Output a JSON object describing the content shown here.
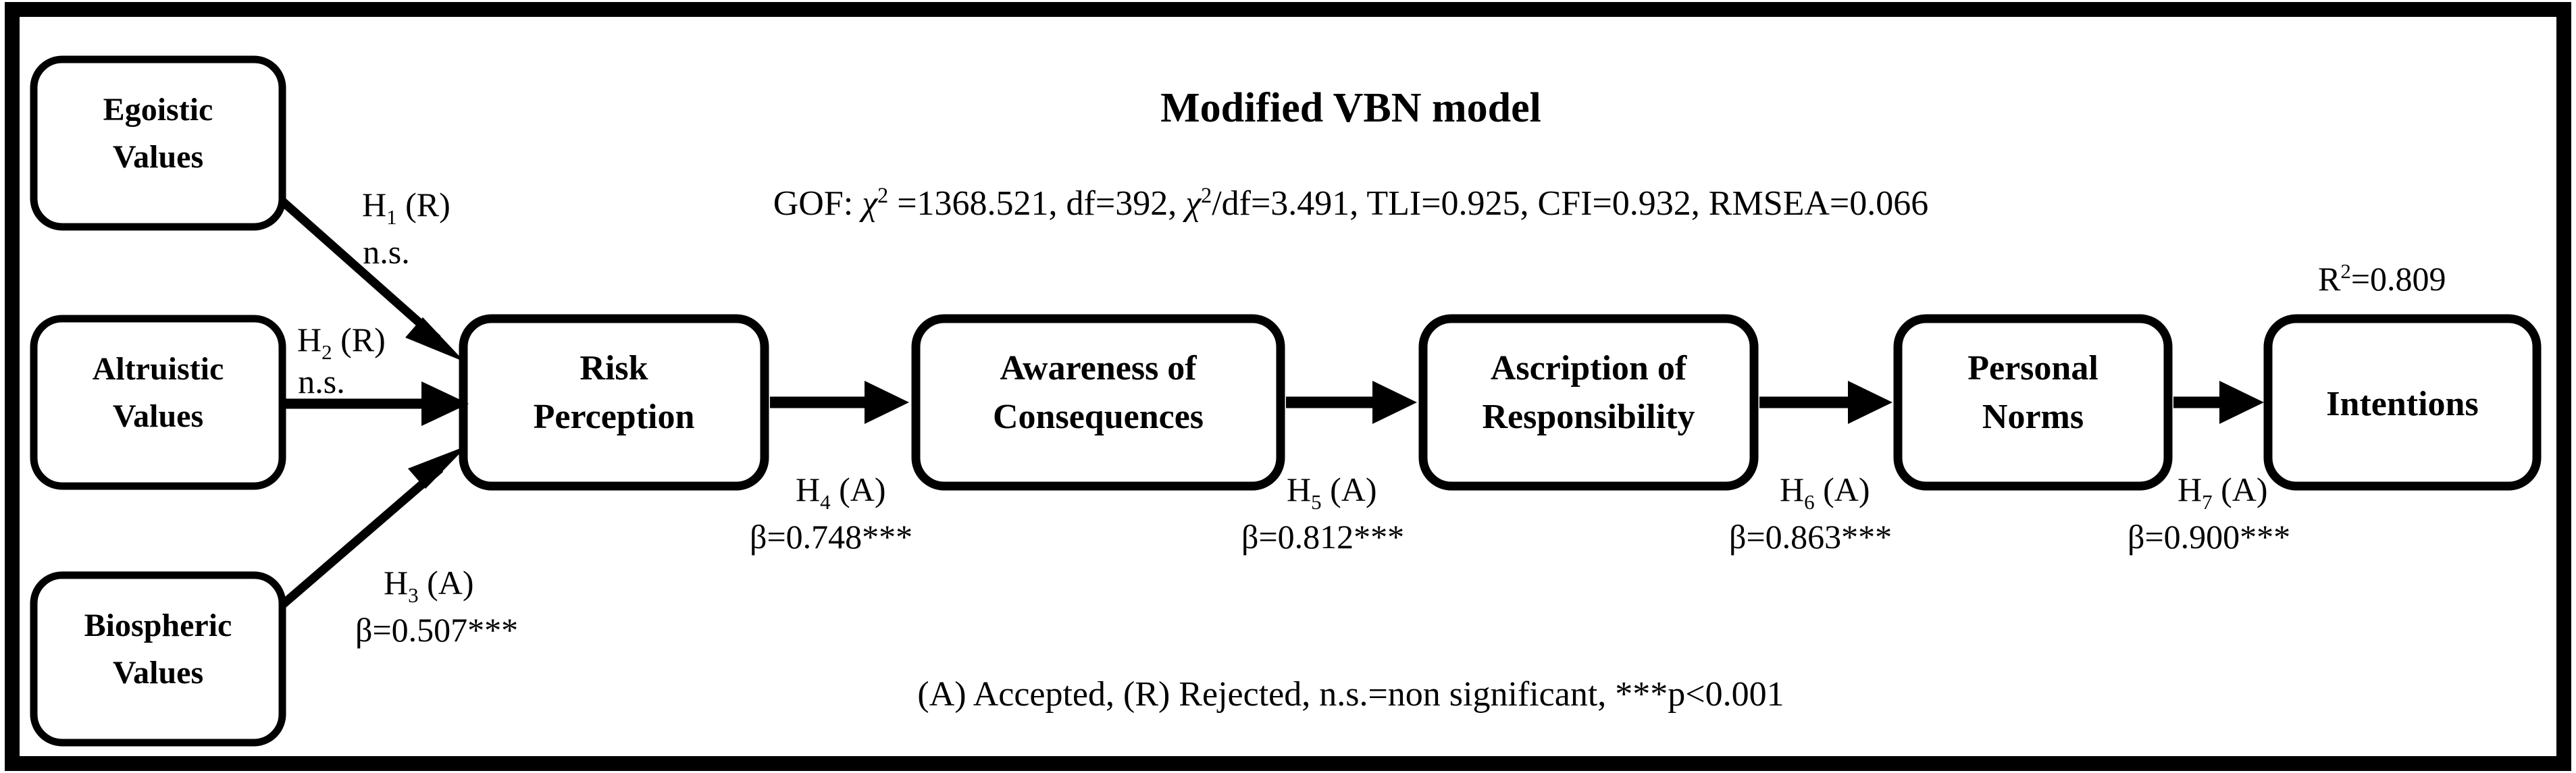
{
  "figure": {
    "title": "Modified VBN model",
    "gof_line": "GOF: χ² =1368.521, df=392, χ²/df=3.491, TLI=0.925, CFI=0.932, RMSEA=0.066",
    "gof_parts": {
      "prefix": "GOF: ",
      "chi": "χ",
      "chi_sup": "2",
      "mid1": " =1368.521, df=392, ",
      "chi2": "χ",
      "chi2_sup": "2",
      "mid2": "/df=3.491, TLI=0.925, CFI=0.932, RMSEA=0.066"
    },
    "r_squared": {
      "symbol": "R",
      "superscript": "2",
      "value": "=0.809",
      "full": "R²=0.809"
    },
    "footnote": "(A) Accepted, (R) Rejected, n.s.=non significant, ***p<0.001",
    "frame_color": "#000000",
    "background_color": "#ffffff"
  },
  "nodes": [
    {
      "id": "egoistic",
      "line1": "Egoistic",
      "line2": "Values"
    },
    {
      "id": "altruistic",
      "line1": "Altruistic",
      "line2": "Values"
    },
    {
      "id": "biospheric",
      "line1": "Biospheric",
      "line2": "Values"
    },
    {
      "id": "risk",
      "line1": "Risk",
      "line2": "Perception"
    },
    {
      "id": "awareness",
      "line1": "Awareness of",
      "line2": "Consequences"
    },
    {
      "id": "ascription",
      "line1": "Ascription of",
      "line2": "Responsibility"
    },
    {
      "id": "norms",
      "line1": "Personal",
      "line2": "Norms"
    },
    {
      "id": "intentions",
      "line1": "Intentions",
      "line2": ""
    }
  ],
  "paths": [
    {
      "id": "h1",
      "hyp": "H",
      "sub": "1",
      "result": " (R)",
      "stat": "n.s.",
      "from": "egoistic",
      "to": "risk"
    },
    {
      "id": "h2",
      "hyp": "H",
      "sub": "2",
      "result": " (R)",
      "stat": "n.s.",
      "from": "altruistic",
      "to": "risk"
    },
    {
      "id": "h3",
      "hyp": "H",
      "sub": "3",
      "result": " (A)",
      "stat": "β=0.507***",
      "from": "biospheric",
      "to": "risk"
    },
    {
      "id": "h4",
      "hyp": "H",
      "sub": "4",
      "result": " (A)",
      "stat": "β=0.748***",
      "from": "risk",
      "to": "awareness"
    },
    {
      "id": "h5",
      "hyp": "H",
      "sub": "5",
      "result": " (A)",
      "stat": "β=0.812***",
      "from": "awareness",
      "to": "ascription"
    },
    {
      "id": "h6",
      "hyp": "H",
      "sub": "6",
      "result": " (A)",
      "stat": "β=0.863***",
      "from": "ascription",
      "to": "norms"
    },
    {
      "id": "h7",
      "hyp": "H",
      "sub": "7",
      "result": " (A)",
      "stat": "β=0.900***",
      "from": "norms",
      "to": "intentions"
    }
  ]
}
